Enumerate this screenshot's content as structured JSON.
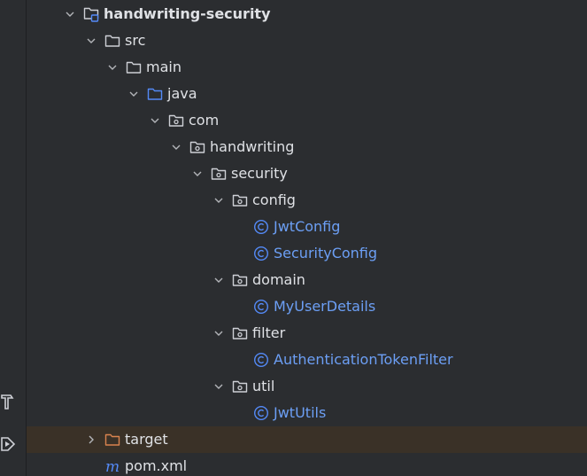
{
  "project_tree": {
    "items": [
      {
        "label": "handwriting-security",
        "icon": "module-folder-icon",
        "depth": 0,
        "expanded": true,
        "kind": "module"
      },
      {
        "label": "src",
        "icon": "folder-icon",
        "depth": 1,
        "expanded": true,
        "kind": "folder"
      },
      {
        "label": "main",
        "icon": "folder-icon",
        "depth": 2,
        "expanded": true,
        "kind": "folder"
      },
      {
        "label": "java",
        "icon": "source-root-folder-icon",
        "depth": 3,
        "expanded": true,
        "kind": "source-root"
      },
      {
        "label": "com",
        "icon": "package-icon",
        "depth": 4,
        "expanded": true,
        "kind": "package"
      },
      {
        "label": "handwriting",
        "icon": "package-icon",
        "depth": 5,
        "expanded": true,
        "kind": "package"
      },
      {
        "label": "security",
        "icon": "package-icon",
        "depth": 6,
        "expanded": true,
        "kind": "package"
      },
      {
        "label": "config",
        "icon": "package-icon",
        "depth": 7,
        "expanded": true,
        "kind": "package"
      },
      {
        "label": "JwtConfig",
        "icon": "class-icon",
        "depth": 8,
        "kind": "class"
      },
      {
        "label": "SecurityConfig",
        "icon": "class-icon",
        "depth": 8,
        "kind": "class"
      },
      {
        "label": "domain",
        "icon": "package-icon",
        "depth": 7,
        "expanded": true,
        "kind": "package"
      },
      {
        "label": "MyUserDetails",
        "icon": "class-icon",
        "depth": 8,
        "kind": "class"
      },
      {
        "label": "filter",
        "icon": "package-icon",
        "depth": 7,
        "expanded": true,
        "kind": "package"
      },
      {
        "label": "AuthenticationTokenFilter",
        "icon": "class-icon",
        "depth": 8,
        "kind": "class"
      },
      {
        "label": "util",
        "icon": "package-icon",
        "depth": 7,
        "expanded": true,
        "kind": "package"
      },
      {
        "label": "JwtUtils",
        "icon": "class-icon",
        "depth": 8,
        "kind": "class"
      },
      {
        "label": "target",
        "icon": "excluded-folder-icon",
        "depth": 1,
        "expanded": false,
        "kind": "excluded",
        "selected": true
      },
      {
        "label": "pom.xml",
        "icon": "maven-icon",
        "depth": 1,
        "kind": "file"
      }
    ]
  },
  "gutter": {
    "icons": [
      "build-icon",
      "run-service-icon"
    ]
  },
  "colors": {
    "background": "#2b2d30",
    "text": "#dfe1e5",
    "class_text": "#6c9ff5",
    "class_icon": "#548af7",
    "source_root": "#548af7",
    "excluded_folder": "#d9834f",
    "selected_row": "#3a3127",
    "folder_outline": "#ced0d6",
    "chevron": "#b3b5b9"
  }
}
